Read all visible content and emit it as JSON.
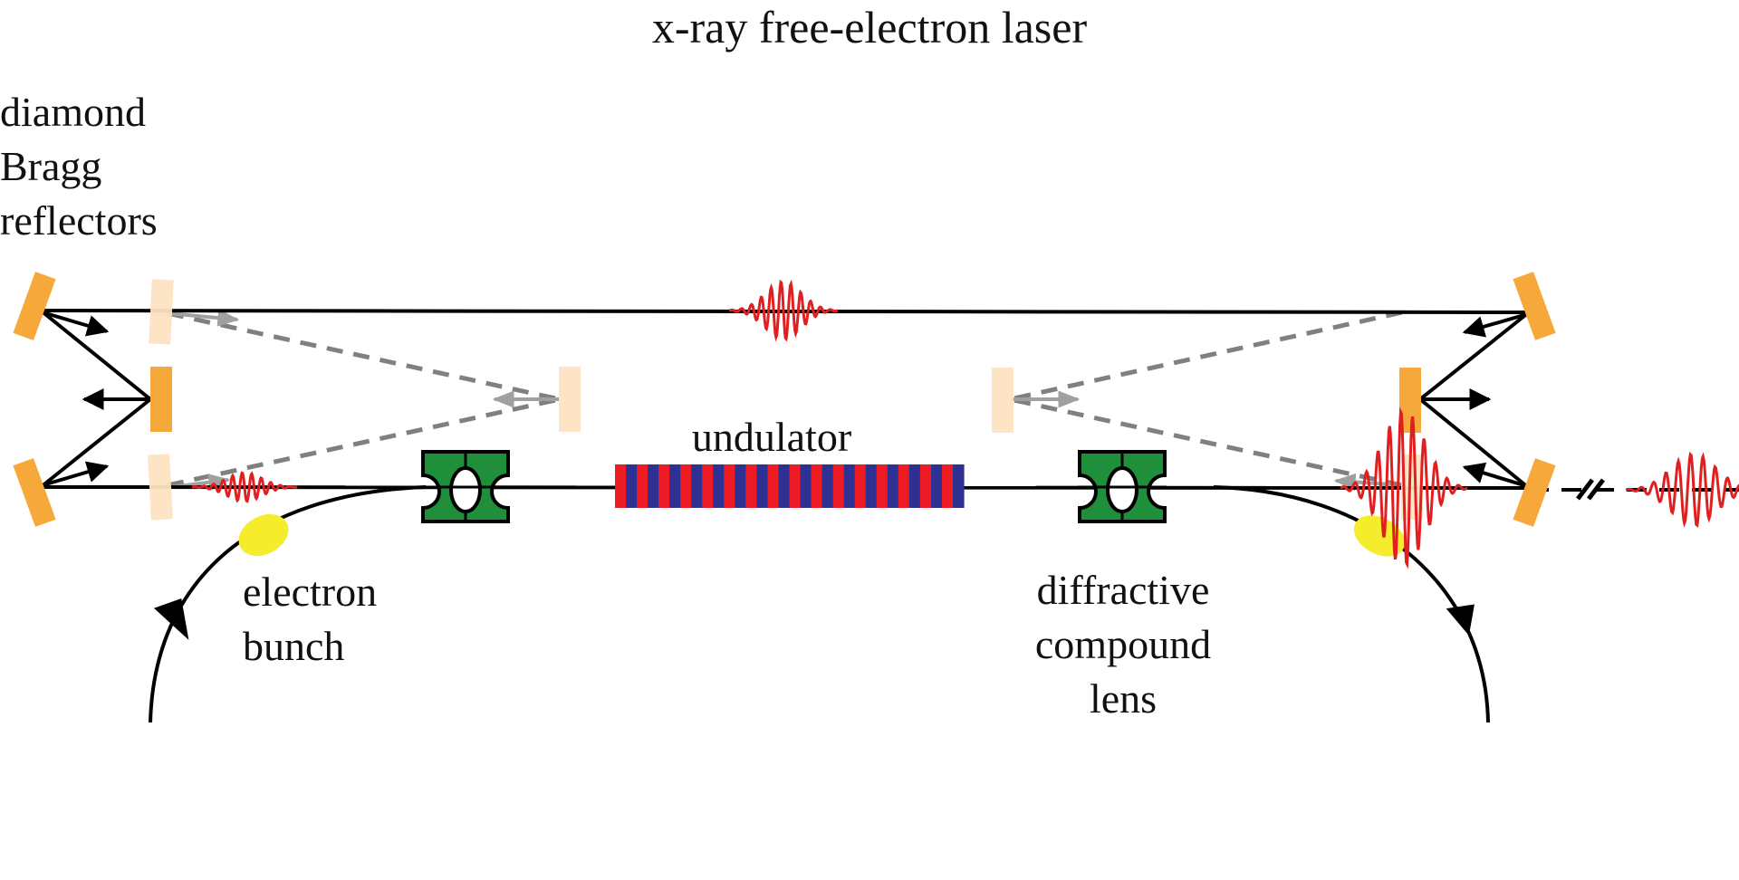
{
  "title": "x-ray free-electron laser",
  "labels": {
    "bragg_reflectors": [
      "diamond",
      "Bragg",
      "reflectors"
    ],
    "undulator": "undulator",
    "electron_bunch": [
      "electron",
      "bunch"
    ],
    "lens": [
      "diffractive",
      "compound",
      "lens"
    ]
  },
  "components": {
    "mirrors": {
      "count_solid": 6,
      "count_faded": 5,
      "color": "#f7a83a",
      "faded_color": "#fde3c1"
    },
    "lenses": {
      "count": 2,
      "color": "#1f8f3c"
    },
    "undulator": {
      "stripe_count": 32,
      "colors": [
        "#ed1c24",
        "#2e3192"
      ]
    },
    "electron_bunches": {
      "count": 2,
      "color": "#f5ec2c"
    },
    "xray_pulses": {
      "color": "#e02020"
    },
    "ghost_path_color": "#7f7f7f"
  }
}
